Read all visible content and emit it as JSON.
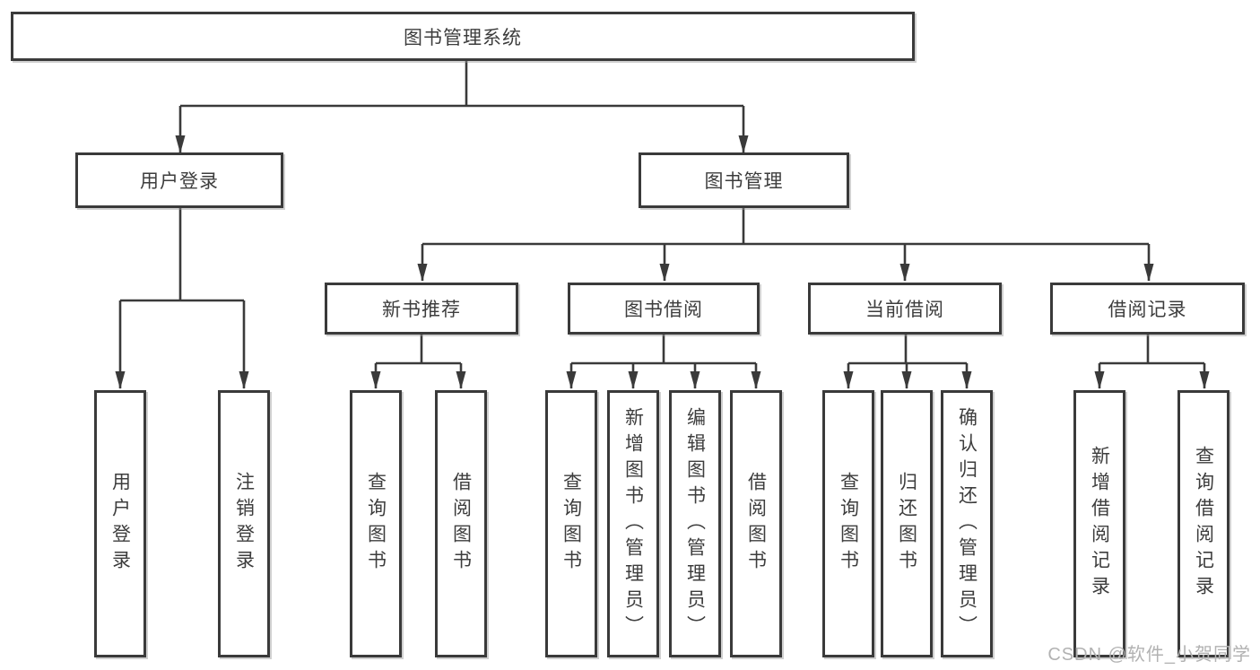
{
  "tree": {
    "root": {
      "label": "图书管理系统"
    },
    "user_login": {
      "label": "用户登录",
      "children": [
        {
          "label": "用户登录"
        },
        {
          "label": "注销登录"
        }
      ]
    },
    "book_management": {
      "label": "图书管理",
      "children": [
        {
          "label": "新书推荐",
          "children": [
            {
              "label": "查询图书"
            },
            {
              "label": "借阅图书"
            }
          ]
        },
        {
          "label": "图书借阅",
          "children": [
            {
              "label": "查询图书"
            },
            {
              "label": "新增图书（管理员）"
            },
            {
              "label": "编辑图书（管理员）"
            },
            {
              "label": "借阅图书"
            }
          ]
        },
        {
          "label": "当前借阅",
          "children": [
            {
              "label": "查询图书"
            },
            {
              "label": "归还图书"
            },
            {
              "label": "确认归还（管理员）"
            }
          ]
        },
        {
          "label": "借阅记录",
          "children": [
            {
              "label": "新增借阅记录"
            },
            {
              "label": "查询借阅记录"
            }
          ]
        }
      ]
    }
  },
  "watermark": "CSDN @软件_小贺同学",
  "colors": {
    "line": "#3a3a3a",
    "box_border": "#3a3a3a",
    "text": "#3d3d3d",
    "watermark": "#b2b2b2",
    "background": "#ffffff"
  }
}
